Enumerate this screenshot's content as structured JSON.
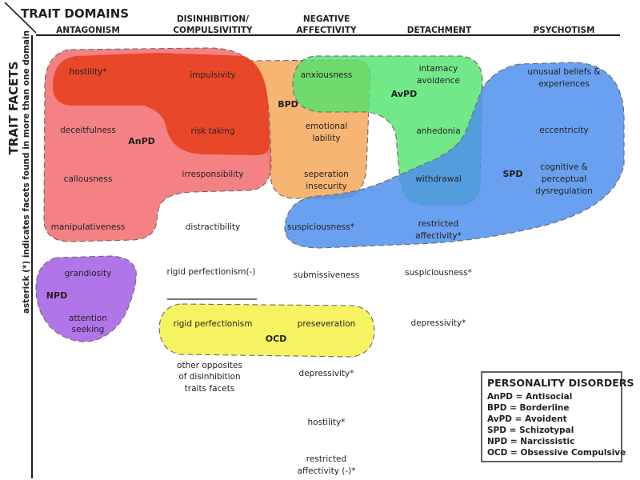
{
  "title": "TRAIT DOMAINS",
  "axis_label": "TRAIT FACETS",
  "side_note": "asterick (*) indicates facets found in more than one domain",
  "domains": {
    "antagonism": "ANTAGONISM",
    "disinhibition_1": "DISINHIBITION/",
    "disinhibition_2": "COMPULSIVITITY",
    "negative_1": "NEGATIVE",
    "negative_2": "AFFECTIVITY",
    "detachment": "DETACHMENT",
    "psychotism": "PSYCHOTISM"
  },
  "facets": {
    "hostility_star": "hostility*",
    "impulsivity": "impulsivity",
    "anxiousness": "anxiousness",
    "intamacy_1": "intamacy",
    "intamacy_2": "avoidence",
    "unusual_1": "unusual beliefs &",
    "unusual_2": "experiences",
    "deceitfulness": "deceitfulness",
    "risk_taking": "risk taking",
    "emotional_1": "emotional",
    "emotional_2": "lability",
    "anhedonia": "anhedonia",
    "eccentricity": "eccentricity",
    "callousness": "callousness",
    "irresponsibility": "irresponsibility",
    "seperation_1": "seperation",
    "seperation_2": "insecurity",
    "withdrawal": "withdrawal",
    "cognitive_1": "cognitive &",
    "cognitive_2": "perceptual",
    "cognitive_3": "dysregulation",
    "manipulativeness": "manipulativeness",
    "distractibility": "distractibility",
    "suspiciousness_star": "suspiciousness*",
    "restricted_1": "restricted",
    "restricted_2": "affectivity*",
    "grandiosity": "grandiosity",
    "rigid_perfectionism_neg": "rigid perfectionism(-)",
    "submissiveness": "submissiveness",
    "suspiciousness_star_2": "suspiciousness*",
    "attention_1": "attention",
    "attention_2": "seeking",
    "rigid_perfectionism": "rigid perfectionism",
    "preseveration": "preseveration",
    "depressivity_star": "depressivity*",
    "other_1": "other opposites",
    "other_2": "of disinhibition",
    "other_3": "traits facets",
    "depressivity_star_2": "depressivity*",
    "hostility_star_2": "hostility*",
    "restricted_neg_1": "restricted",
    "restricted_neg_2": "affectivity (-)*"
  },
  "disorders": {
    "anpd": "AnPD",
    "bpd": "BPD",
    "avpd": "AvPD",
    "spd": "SPD",
    "npd": "NPD",
    "ocd": "OCD"
  },
  "legend": {
    "title": "PERSONALITY DISORDERS",
    "items": [
      "AnPD = Antisocial",
      "BPD = Borderline",
      "AvPD = Avoident",
      "SPD = Schizotypal",
      "NPD = Narcissistic",
      "OCD = Obsessive Compulsive"
    ]
  },
  "colors": {
    "anpd_fill": "#f26c6e",
    "bpd_fill": "#f6a85a",
    "avpd_fill": "#4fe36c",
    "spd_fill": "#4f8fec",
    "npd_fill": "#a866e8",
    "ocd_fill": "#f6f25a",
    "impulsivity_fill": "#e8401f"
  }
}
